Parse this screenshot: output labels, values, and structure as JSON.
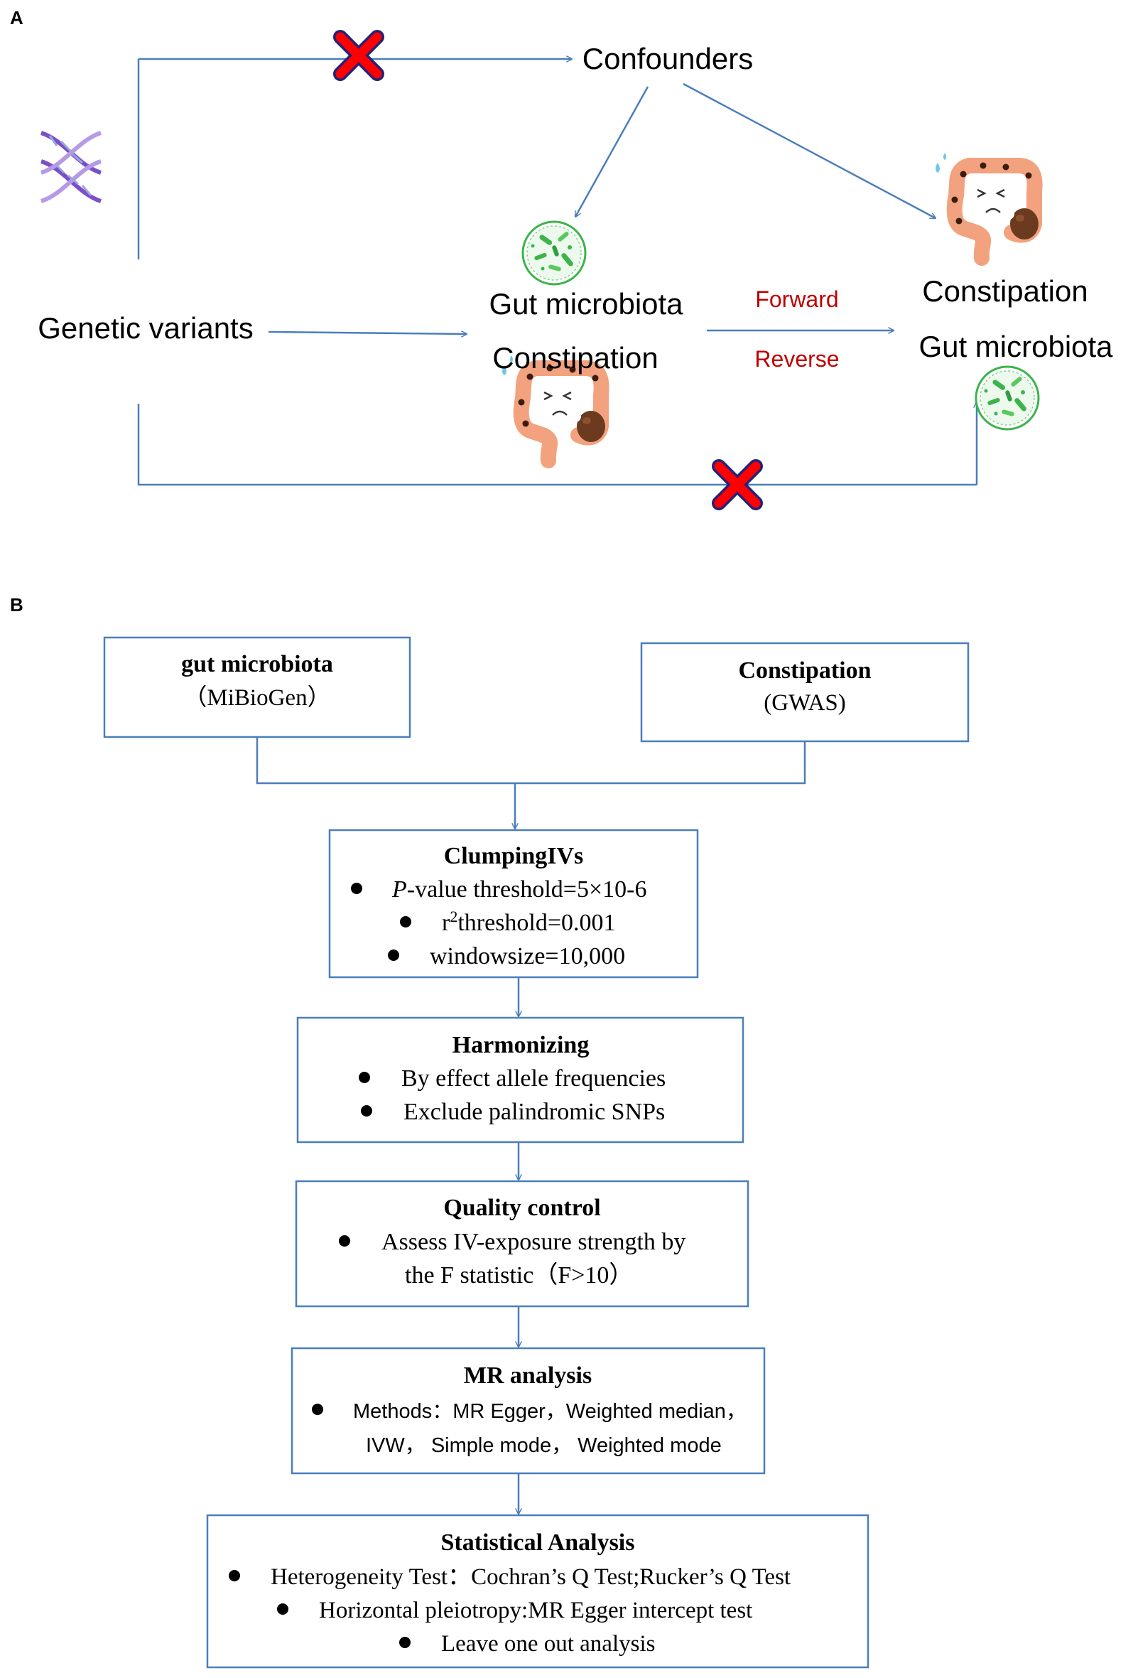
{
  "panel_a": {
    "label": "A",
    "genetic_variants": "Genetic variants",
    "confounders": "Confounders",
    "gut_microbiota_left": "Gut microbiota",
    "constipation_left": "Constipation",
    "forward": "Forward",
    "reverse": "Reverse",
    "constipation_right": "Constipation",
    "gut_microbiota_right": "Gut microbiota"
  },
  "panel_b": {
    "label": "B",
    "box_gut": {
      "title": "gut microbiota",
      "sub": "（MiBioGen）"
    },
    "box_const": {
      "title": "Constipation",
      "sub": "(GWAS)"
    },
    "clumping": {
      "title": "ClumpingIVs",
      "b1_italic": "P",
      "b1_rest": "-value threshold=5×10-6",
      "b2_r": "r",
      "b2_sup": "2",
      "b2_rest": "threshold=0.001",
      "b3": "windowsize=10,000"
    },
    "harmonizing": {
      "title": "Harmonizing",
      "b1": "By effect allele frequencies",
      "b2": "Exclude palindromic SNPs"
    },
    "quality": {
      "title": "Quality control",
      "b1_l1": "Assess IV-exposure strength by",
      "b1_l2": "the F statistic（F>10）"
    },
    "mr": {
      "title": "MR analysis",
      "b1_l1": "Methods：MR Egger，Weighted median，",
      "b1_l2": "IVW， Simple mode， Weighted mode"
    },
    "stats": {
      "title": "Statistical Analysis",
      "b1": "Heterogeneity Test：Cochran’s Q Test;Rucker’s Q Test",
      "b2": "Horizontal pleiotropy:MR Egger intercept test",
      "b3": "Leave one out analysis"
    }
  },
  "colors": {
    "line_blue": "#4a7ebb",
    "forward_red": "#c00000",
    "cross_red": "#ff0000",
    "microbe_green": "#3cb44b",
    "colon_orange": "#f2a27e"
  }
}
